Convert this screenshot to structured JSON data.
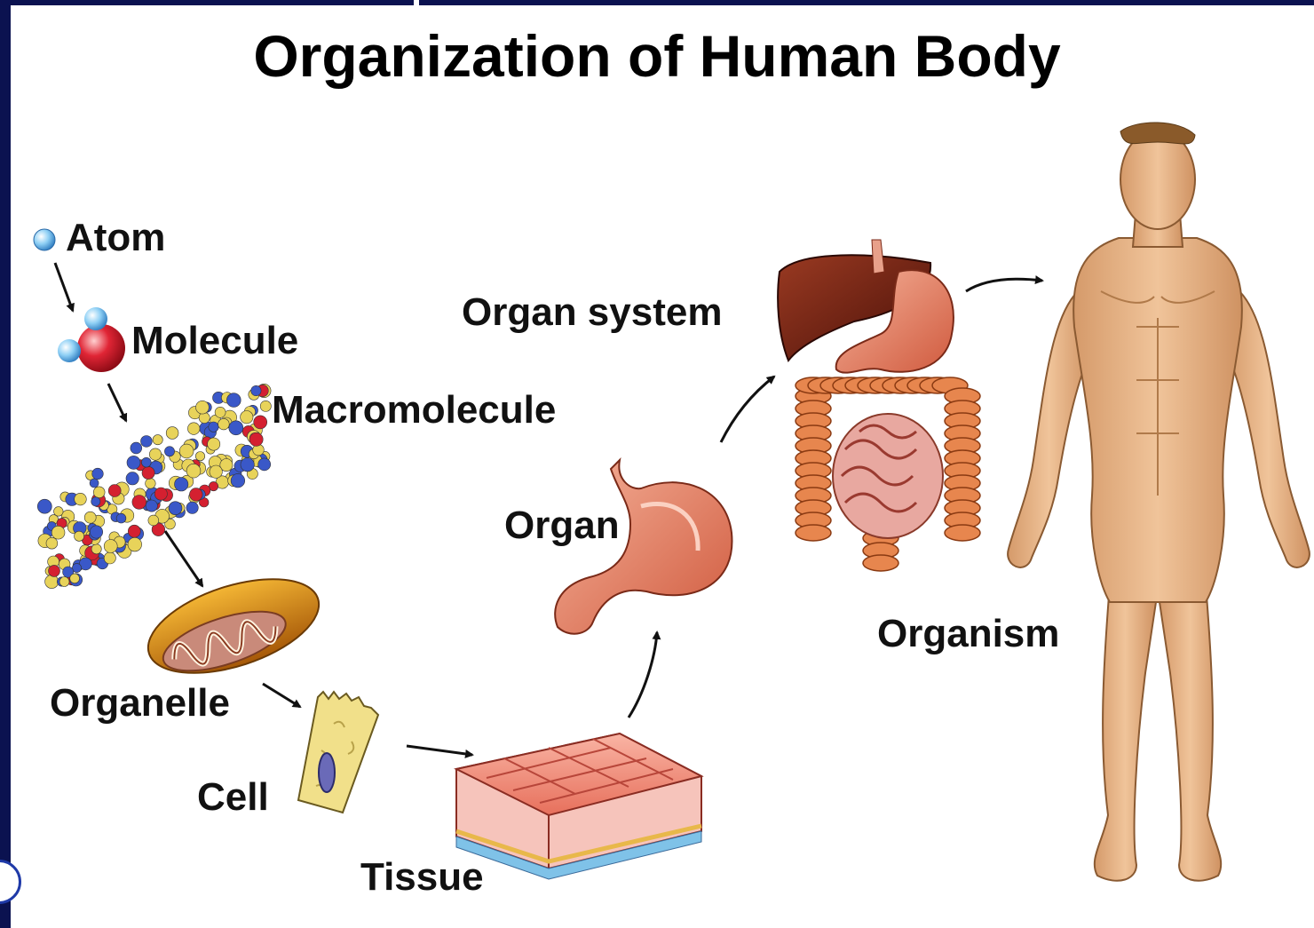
{
  "title": "Organization of Human Body",
  "labels": {
    "atom": "Atom",
    "molecule": "Molecule",
    "macromolecule": "Macromolecule",
    "organelle": "Organelle",
    "cell": "Cell",
    "tissue": "Tissue",
    "organ": "Organ",
    "organ_system": "Organ system",
    "organism": "Organism"
  },
  "colors": {
    "frame": "#0b1250",
    "atom_blue": "#7fc3f0",
    "oxygen_red": "#d42030",
    "carbon_yellow": "#e8d35a",
    "nitrogen_blue": "#3a58c8",
    "organ_pink": "#e9836b",
    "liver": "#6a1e12",
    "skin": "#e9b98a"
  },
  "icons": [
    "atom-icon",
    "molecule-icon",
    "macromolecule-icon",
    "mitochondrion-icon",
    "cell-icon",
    "tissue-icon",
    "stomach-icon",
    "digestive-system-icon",
    "human-figure-icon"
  ]
}
